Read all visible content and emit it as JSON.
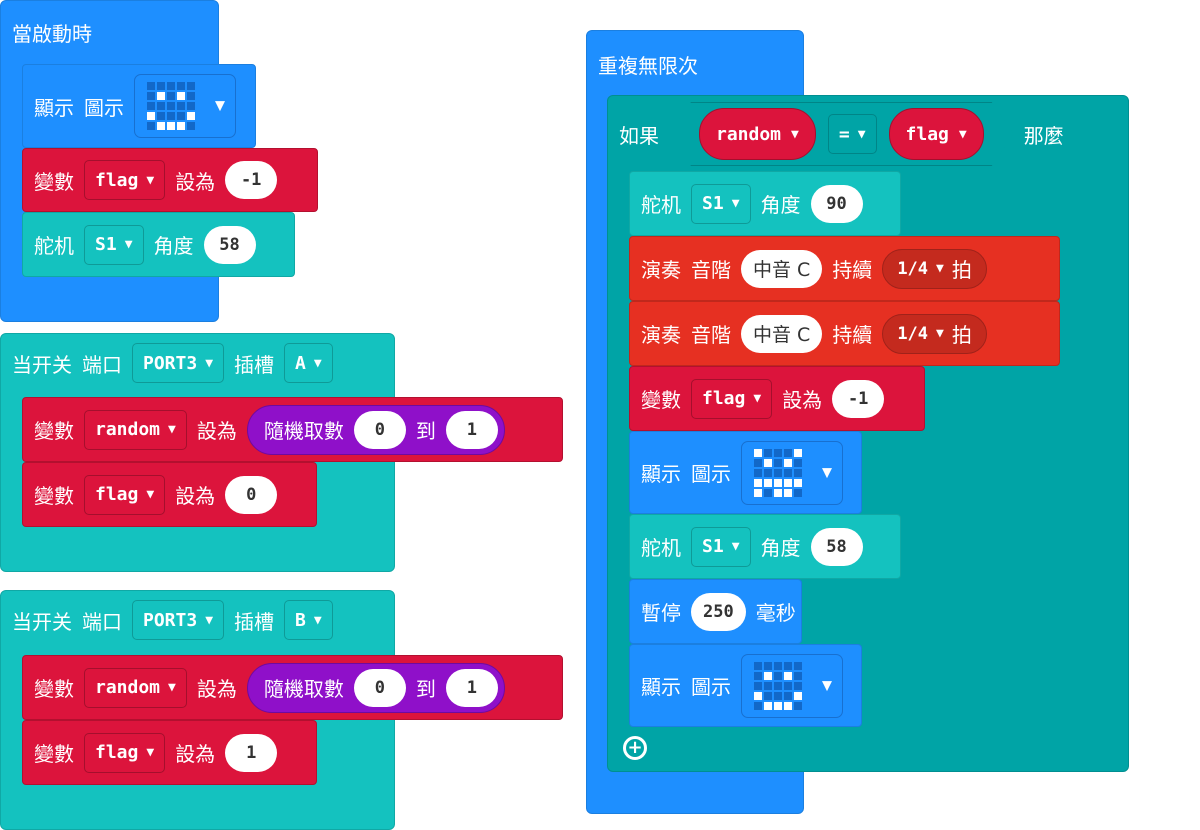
{
  "colors": {
    "basic": "#1e8fff",
    "variables": "#dc143c",
    "servo": "#14c2bf",
    "logic": "#00a4a6",
    "music": "#e63022",
    "math": "#8f10c9"
  },
  "on_start": {
    "title": "當啟動時",
    "show_icon": {
      "label1": "顯示",
      "label2": "圖示",
      "leds": [
        0,
        0,
        0,
        0,
        0,
        0,
        1,
        0,
        1,
        0,
        0,
        0,
        0,
        0,
        0,
        1,
        0,
        0,
        0,
        1,
        0,
        1,
        1,
        1,
        0
      ]
    },
    "set_flag": {
      "label": "變數",
      "var": "flag",
      "set": "設為",
      "value": "-1"
    },
    "servo": {
      "label": "舵机",
      "pin": "S1",
      "angle_label": "角度",
      "value": "58"
    }
  },
  "switch_a": {
    "title": "当开关",
    "port_label": "端口",
    "port": "PORT3",
    "slot_label": "插槽",
    "slot": "A",
    "set_random": {
      "label": "變數",
      "var": "random",
      "set": "設為",
      "rand_label": "隨機取數",
      "from": "0",
      "to_label": "到",
      "to": "1"
    },
    "set_flag": {
      "label": "變數",
      "var": "flag",
      "set": "設為",
      "value": "0"
    }
  },
  "switch_b": {
    "title": "当开关",
    "port_label": "端口",
    "port": "PORT3",
    "slot_label": "插槽",
    "slot": "B",
    "set_random": {
      "label": "變數",
      "var": "random",
      "set": "設為",
      "rand_label": "隨機取數",
      "from": "0",
      "to_label": "到",
      "to": "1"
    },
    "set_flag": {
      "label": "變數",
      "var": "flag",
      "set": "設為",
      "value": "1"
    }
  },
  "forever": {
    "title": "重複無限次",
    "if": {
      "label": "如果",
      "left": "random",
      "op": "=",
      "right": "flag",
      "then": "那麼"
    },
    "servo1": {
      "label": "舵机",
      "pin": "S1",
      "angle_label": "角度",
      "value": "90"
    },
    "tone1": {
      "label1": "演奏",
      "label2": "音階",
      "note": "中音 C",
      "dur_label": "持續",
      "dur": "1/4",
      "beat": "拍"
    },
    "tone2": {
      "label1": "演奏",
      "label2": "音階",
      "note": "中音 C",
      "dur_label": "持續",
      "dur": "1/4",
      "beat": "拍"
    },
    "set_flag": {
      "label": "變數",
      "var": "flag",
      "set": "設為",
      "value": "-1"
    },
    "show1": {
      "label1": "顯示",
      "label2": "圖示",
      "leds": [
        1,
        0,
        0,
        0,
        1,
        0,
        1,
        0,
        1,
        0,
        0,
        0,
        0,
        0,
        0,
        1,
        1,
        1,
        1,
        1,
        1,
        0,
        1,
        1,
        0
      ]
    },
    "servo2": {
      "label": "舵机",
      "pin": "S1",
      "angle_label": "角度",
      "value": "58"
    },
    "pause": {
      "label": "暫停",
      "value": "250",
      "unit": "毫秒"
    },
    "show2": {
      "label1": "顯示",
      "label2": "圖示",
      "leds": [
        0,
        0,
        0,
        0,
        0,
        0,
        1,
        0,
        1,
        0,
        0,
        0,
        0,
        0,
        0,
        1,
        0,
        0,
        0,
        1,
        0,
        1,
        1,
        1,
        0
      ]
    }
  }
}
